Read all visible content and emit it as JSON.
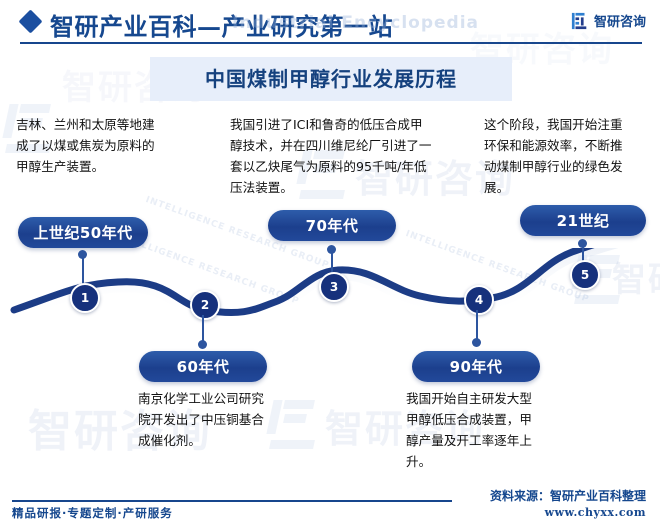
{
  "header": {
    "brand_title": "智研产业百科—产业研究第一站",
    "ghost_text": "Industrial Encyclopedia",
    "logo_icon": "zhiyan-logo-icon",
    "company": "智研咨询"
  },
  "title": "中国煤制甲醇行业发展历程",
  "timeline": {
    "nodes": [
      {
        "number": "1",
        "era": "上世纪50年代",
        "desc": "吉林、兰州和太原等地建成了以煤或焦炭为原料的甲醇生产装置。",
        "position": "above"
      },
      {
        "number": "2",
        "era": "60年代",
        "desc": "南京化学工业公司研究院开发出了中压铜基合成催化剂。",
        "position": "below"
      },
      {
        "number": "3",
        "era": "70年代",
        "desc": "我国引进了ICI和鲁奇的低压合成甲醇技术，并在四川维尼纶厂引进了一套以乙炔尾气为原料的95千吨/年低压法装置。",
        "position": "above"
      },
      {
        "number": "4",
        "era": "90年代",
        "desc": "我国开始自主研发大型甲醇低压合成装置，甲醇产量及开工率逐年上升。",
        "position": "below"
      },
      {
        "number": "5",
        "era": "21世纪",
        "desc": "这个阶段，我国开始注重环保和能源效率，不断推动煤制甲醇行业的绿色发展。",
        "position": "above"
      }
    ]
  },
  "footer": {
    "left_text": "精品研报·专题定制·产研服务",
    "source": "资料来源：智研产业百科整理",
    "url": "www.chyxx.com"
  },
  "watermarks": {
    "logo_text": "智研咨询",
    "sub_text": "INTELLIGENCE RESEARCH GROUP"
  },
  "colors": {
    "brand_blue": "#16488f",
    "deep_navy": "#16317c",
    "pill_blue": "#1c3f8d",
    "band_bg": "#e7eefa",
    "wave_stroke": "#1c3c86"
  }
}
